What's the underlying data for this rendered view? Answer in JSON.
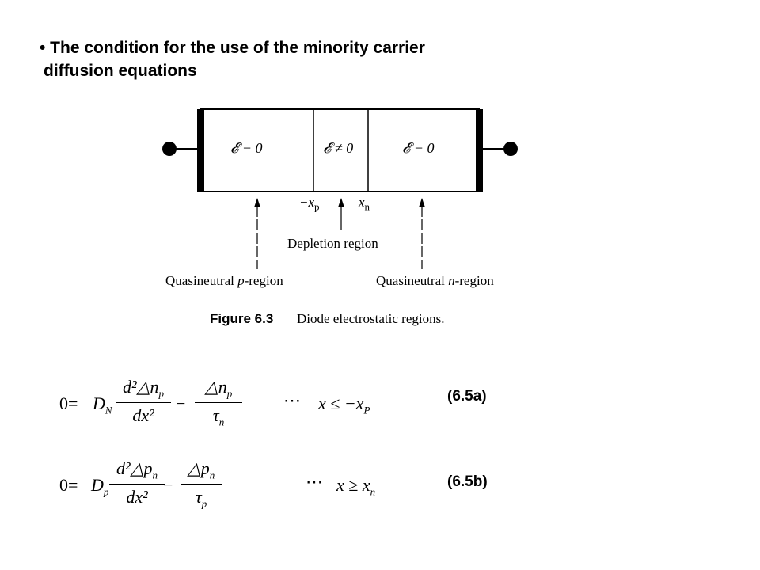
{
  "heading": {
    "line1": "• The condition for the use of the minority carrier",
    "line2": "diffusion equations"
  },
  "figure": {
    "regions": [
      {
        "label": "𝓔 ≡ 0"
      },
      {
        "label": "𝓔 ≠ 0"
      },
      {
        "label": "𝓔 ≡ 0"
      }
    ],
    "boundary_left_label": "−x",
    "boundary_left_sub": "p",
    "boundary_right_label": "x",
    "boundary_right_sub": "n",
    "depletion_label": "Depletion region",
    "p_region_label_pre": "Quasineutral ",
    "p_region_label_var": "p",
    "p_region_label_post": "-region",
    "n_region_label_pre": "Quasineutral ",
    "n_region_label_var": "n",
    "n_region_label_post": "-region",
    "caption_title": "Figure 6.3",
    "caption_text": "Diode electrostatic regions."
  },
  "equations": [
    {
      "lhs": "0=",
      "coef": "D",
      "coef_sub": "N",
      "frac1_num": "d²△n",
      "frac1_num_sub": "p",
      "frac1_den": "dx²",
      "minus": "−",
      "frac2_num": "△n",
      "frac2_num_sub": "p",
      "frac2_den": "τ",
      "frac2_den_sub": "n",
      "dots": "⋯",
      "condition": "x ≤ −x",
      "condition_sub": "P",
      "label": "(6.5a)"
    },
    {
      "lhs": "0=",
      "coef": "D",
      "coef_sub": "p",
      "frac1_num": "d²△p",
      "frac1_num_sub": "n",
      "frac1_den": "dx²",
      "minus": "−",
      "frac2_num": "△p",
      "frac2_num_sub": "n",
      "frac2_den": "τ",
      "frac2_den_sub": "p",
      "dots": "⋯",
      "condition": "x ≥ x",
      "condition_sub": "n",
      "label": "(6.5b)"
    }
  ]
}
